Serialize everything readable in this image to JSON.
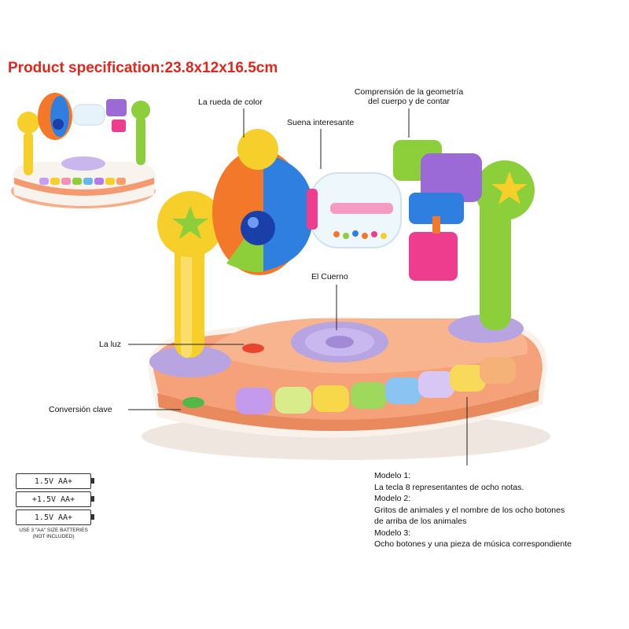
{
  "title": "Product specification:23.8x12x16.5cm",
  "labels": {
    "color_wheel": "La rueda de color",
    "interesting_sound": "Suena interesante",
    "geometry_line1": "Comprensión de la geometría",
    "geometry_line2": "del cuerpo y de contar",
    "horn": "El Cuerno",
    "light": "La luz",
    "key_conversion": "Conversión clave"
  },
  "modes": [
    "Modelo 1:",
    "La tecla 8 representantes de ocho notas.",
    "Modelo 2:",
    "Gritos de animales y el nombre de los ocho botones",
    "de arriba de los animales",
    "Modelo 3:",
    "Ocho botones y una pieza de música correspondiente"
  ],
  "batteries": {
    "cells": [
      "1.5V AA+",
      "+1.5V AA+",
      "1.5V AA+"
    ],
    "note_line1": "USE 3 \"AA\" SIZE BATTERIES",
    "note_line2": "(NOT INCLUDED)"
  },
  "colors": {
    "title": "#e1261c",
    "base": "#f5a27a",
    "flower": "#b7a4e0",
    "yellow": "#f6cf2a",
    "green": "#8ccf3a",
    "purple": "#9b6ad6",
    "pink": "#ee3d8e",
    "blue": "#2f7fe0",
    "orange": "#f4782a"
  }
}
